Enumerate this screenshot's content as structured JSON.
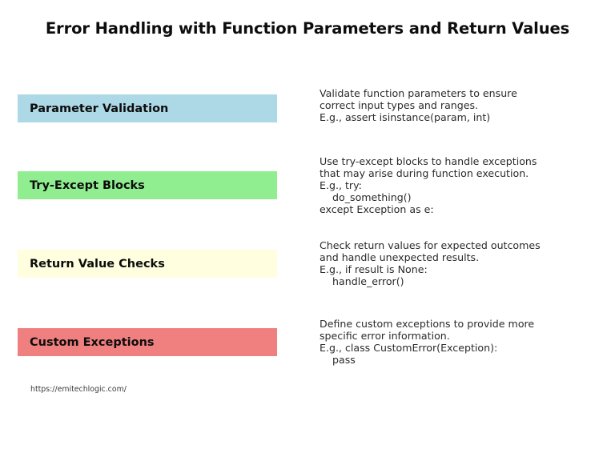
{
  "title": "Error Handling with Function Parameters and Return Values",
  "footer": {
    "url": "https://emitechlogic.com/"
  },
  "colors": {
    "parameter_validation": "#ADD8E6",
    "try_except_blocks": "#90EE90",
    "return_value_checks": "#FFFFE0",
    "custom_exceptions": "#F08080",
    "background": "#FFFFFF",
    "title_text": "#0D0D0D",
    "body_text": "#2B2B2B"
  },
  "sections": [
    {
      "label": "Parameter Validation",
      "color": "#ADD8E6",
      "description": "Validate function parameters to ensure\ncorrect input types and ranges.\nE.g., assert isinstance(param, int)"
    },
    {
      "label": "Try-Except Blocks",
      "color": "#90EE90",
      "description": "Use try-except blocks to handle exceptions\nthat may arise during function execution.\nE.g., try:\n    do_something()\nexcept Exception as e:"
    },
    {
      "label": "Return Value Checks",
      "color": "#FFFFE0",
      "description": "Check return values for expected outcomes\nand handle unexpected results.\nE.g., if result is None:\n    handle_error()"
    },
    {
      "label": "Custom Exceptions",
      "color": "#F08080",
      "description": "Define custom exceptions to provide more\nspecific error information.\nE.g., class CustomError(Exception):\n    pass"
    }
  ]
}
